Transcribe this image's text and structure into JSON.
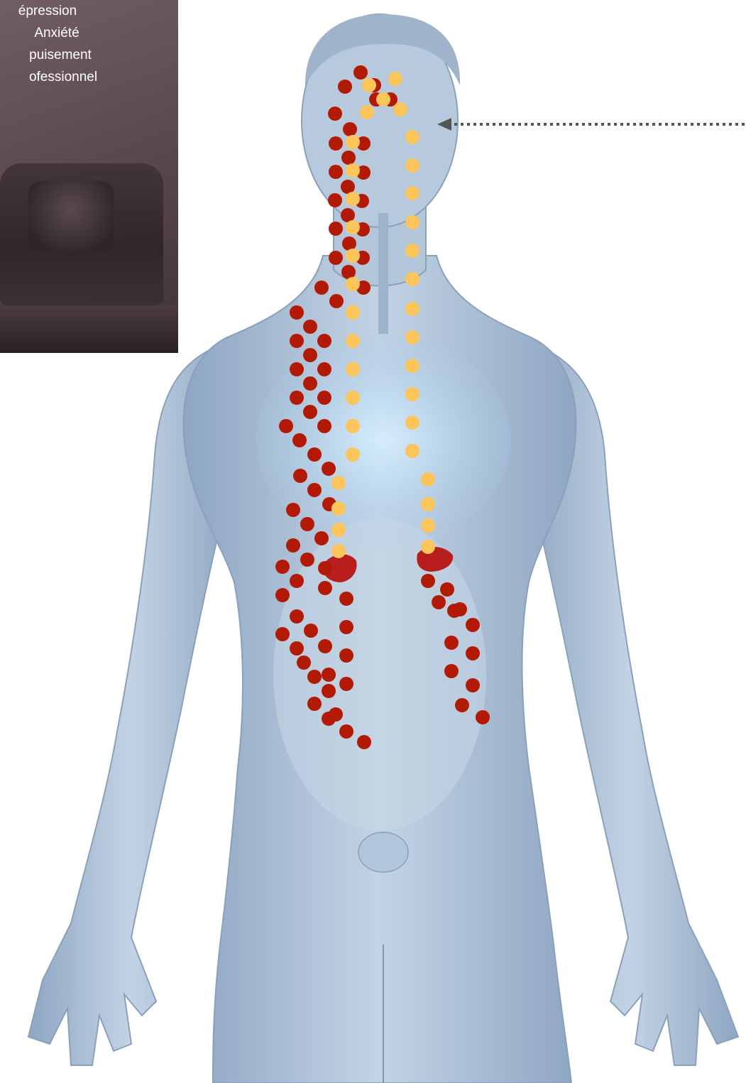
{
  "photo_panel": {
    "caption_lines": [
      "épression",
      "Anxiété",
      "puisement",
      "ofessionnel"
    ]
  },
  "colors": {
    "background": "#ffffff",
    "body": "#a9bdd4",
    "body_shadow": "#7f98b6",
    "organs": "#bfe0f5",
    "red_dots": "#b31a06",
    "yellow_dots": "#fcc55a",
    "adrenal_glands": "#b81e1e",
    "arrow": "#555555"
  },
  "icons": {
    "arrow": "dotted-arrow-left-icon",
    "figure": "human-anatomy-figure"
  }
}
